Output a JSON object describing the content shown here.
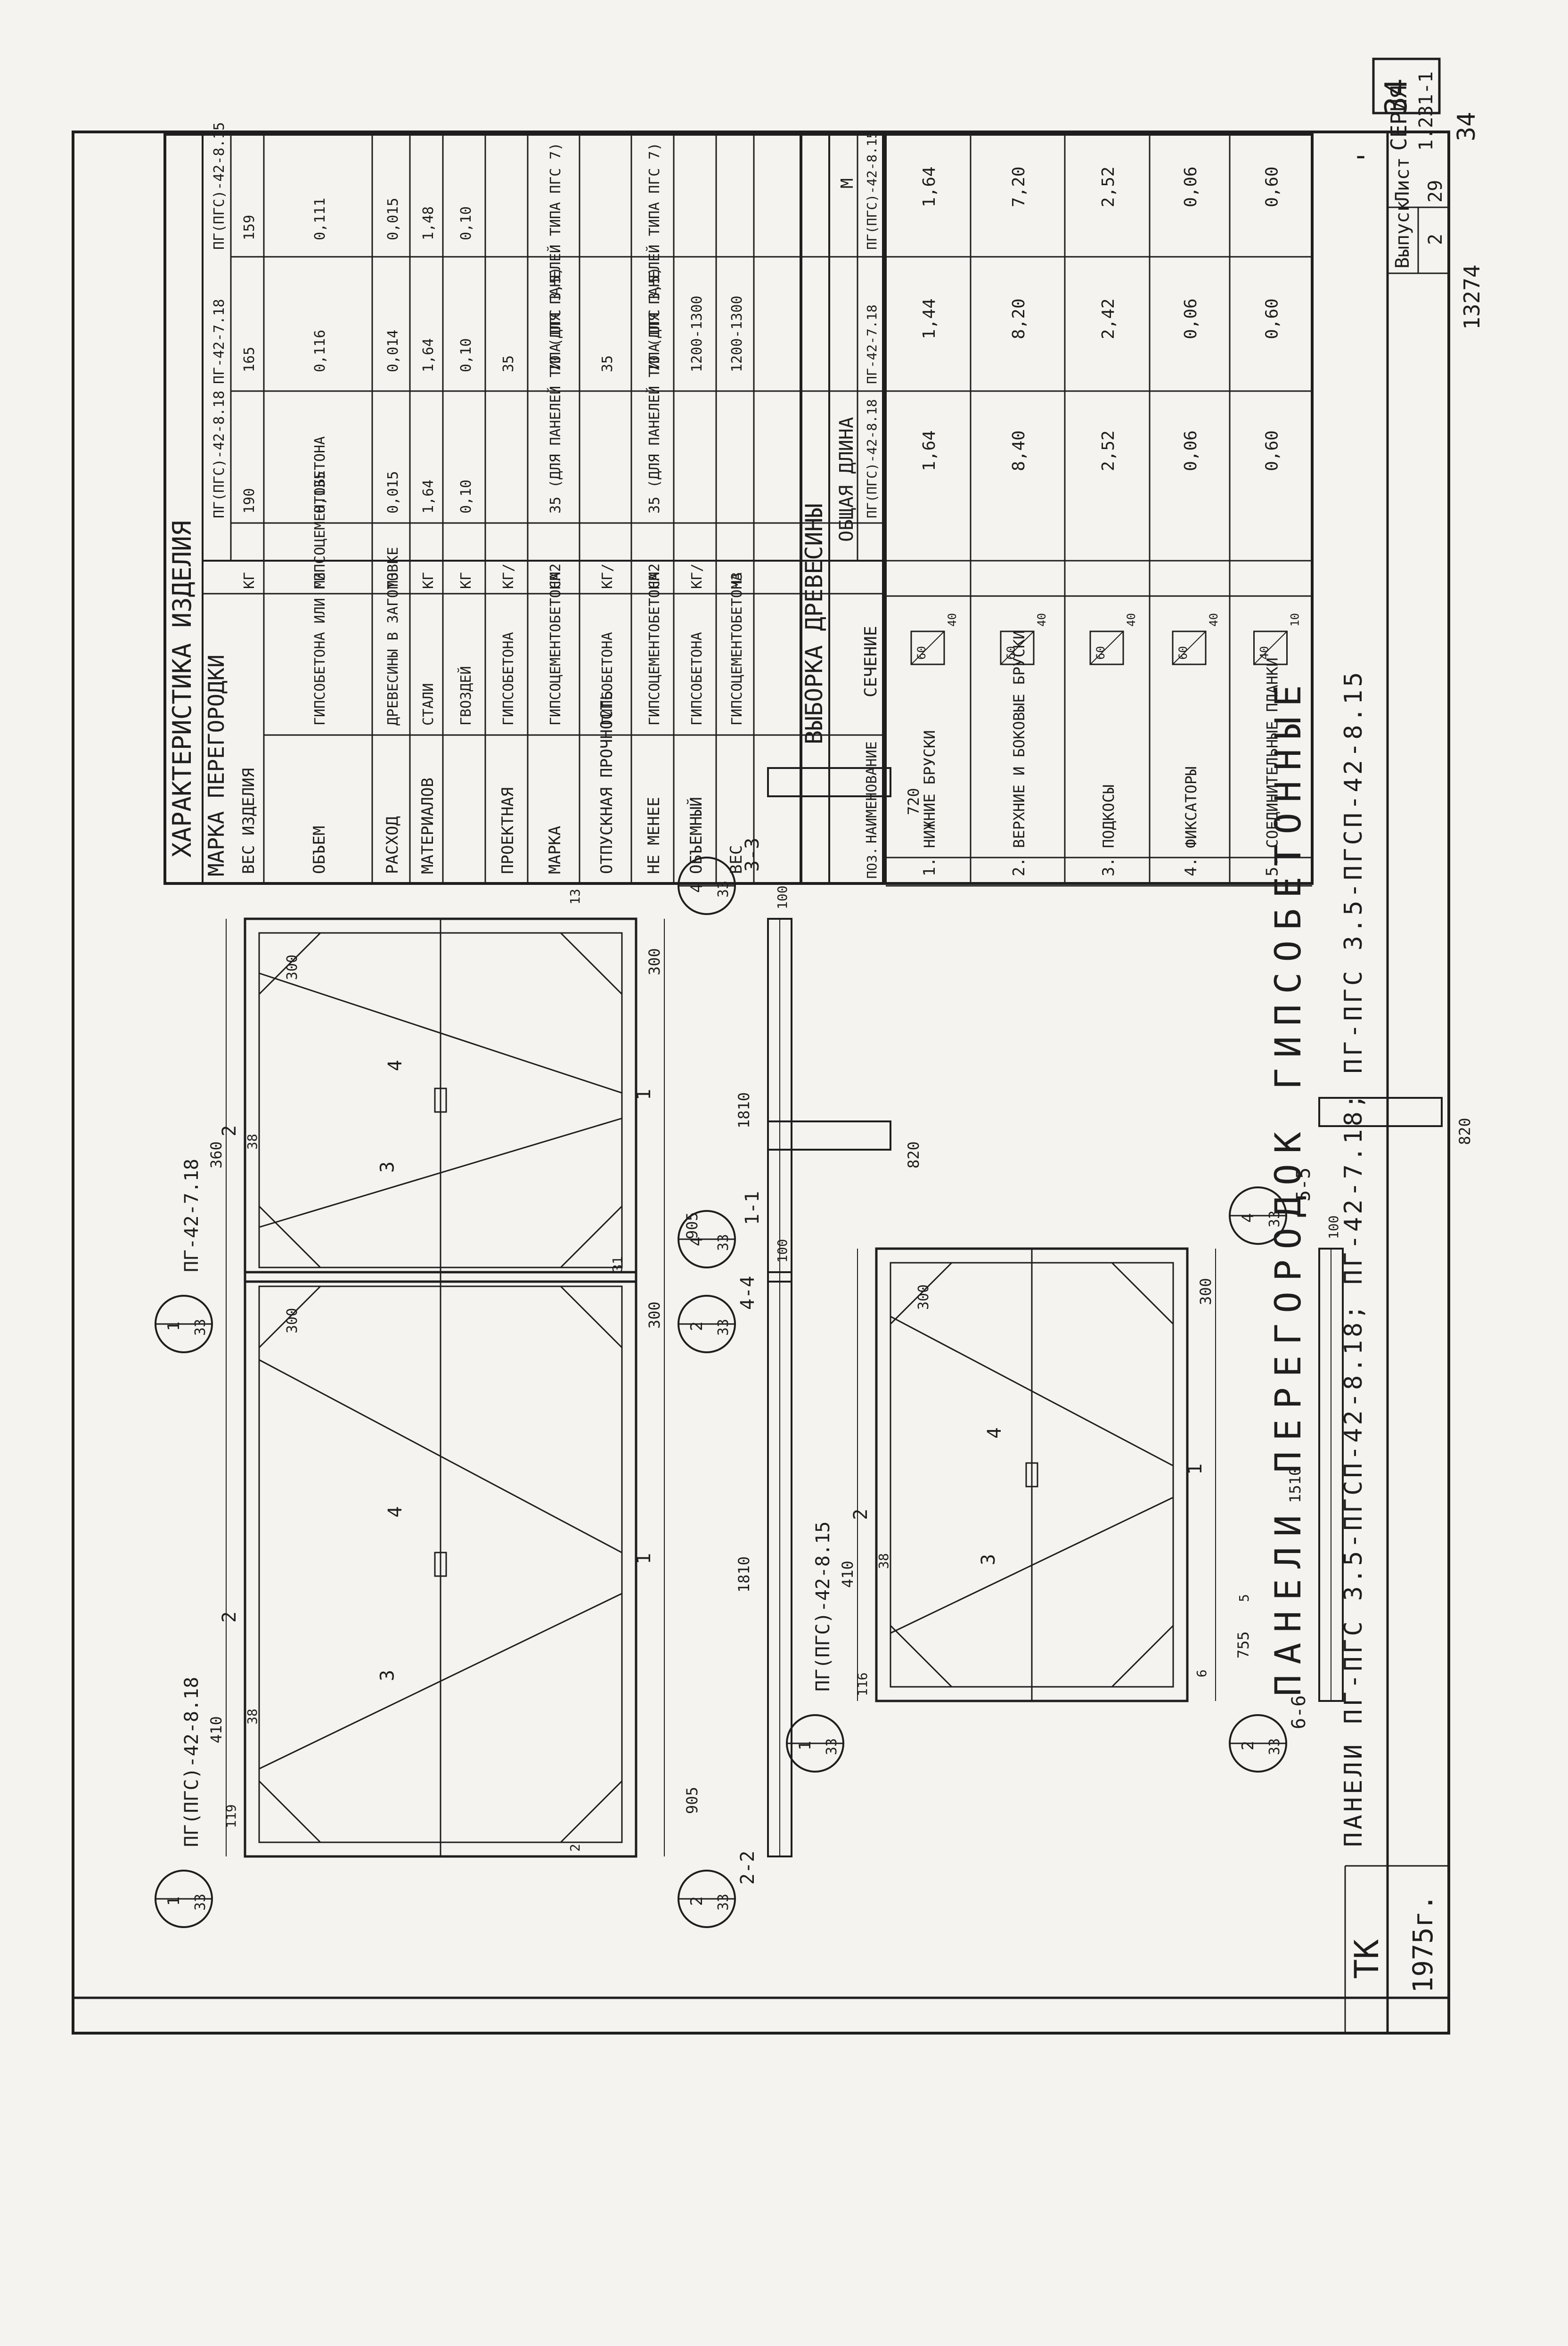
{
  "sheet": {
    "page_number": "34",
    "corner_mark": "-",
    "tk_label": "ТК",
    "year": "1975г.",
    "series_label": "СЕРИЯ",
    "series_value": "1.231-1",
    "issue_label": "Выпуск",
    "issue_value": "2",
    "list_label": "Лист",
    "list_value": "29",
    "archive_number": "13274",
    "sheet_mark": "34",
    "title_main": "ПАНЕЛИ ПЕРЕГОРОДОК ГИПСОБЕТОННЫЕ",
    "title_sub": "ПАНЕЛИ ПГ-ПГС 3.5-ПГСП-42-8.18; ПГ-42-7.18; ПГ-ПГС 3.5-ПГСП-42-8.15"
  },
  "characteristics": {
    "title": "ХАРАКТЕРИСТИКА ИЗДЕЛИЯ",
    "head_mark": "МАРКА ПЕРЕГОРОДКИ",
    "col1": "ПГ(ПГС)-42-8.18",
    "col2": "ПГ-42-7.18",
    "col3": "ПГ(ПГС)-42-8.15",
    "rows": [
      {
        "c1": "ВЕС ИЗДЕЛИЯ",
        "c2": "",
        "unit": "КГ",
        "v1": "190",
        "v2": "165",
        "v3": "159"
      },
      {
        "c1": "ОБЪЕМ",
        "c2": "ГИПСОБЕТОНА ИЛИ ГИПСОЦЕМЕНТОБЕТОНА",
        "unit": "М3",
        "v1": "0,135",
        "v2": "0,116",
        "v3": "0,111"
      },
      {
        "c1": "РАСХОД",
        "c2": "ДРЕВЕСИНЫ В ЗАГОТОВКЕ",
        "unit": "М3",
        "v1": "0,015",
        "v2": "0,014",
        "v3": "0,015"
      },
      {
        "c1": "МАТЕРИАЛОВ",
        "c2": "СТАЛИ",
        "unit": "КГ",
        "v1": "1,64",
        "v2": "1,64",
        "v3": "1,48"
      },
      {
        "c1": "",
        "c2": "ГВОЗДЕЙ",
        "unit": "КГ",
        "v1": "0,10",
        "v2": "0,10",
        "v3": "0,10"
      },
      {
        "c1": "ПРОЕКТНАЯ",
        "c2": "ГИПСОБЕТОНА",
        "unit": "КГ/",
        "v1": "",
        "v2": "35",
        "v3": ""
      },
      {
        "c1": "МАРКА",
        "c2": "ГИПСОЦЕМЕНТОБЕТОНА",
        "unit": "СМ2",
        "v1": "35 (ДЛЯ ПАНЕЛЕЙ ТИПА ПГС 3,5)",
        "v2": "70 (ДЛЯ ПАНЕЛЕЙ ТИПА ПГС 7)",
        "v3": ""
      },
      {
        "c1": "ОТПУСКНАЯ ПРОЧНОСТЬ",
        "c2": "ГИПСОБЕТОНА",
        "unit": "КГ/",
        "v1": "",
        "v2": "35",
        "v3": ""
      },
      {
        "c1": "НЕ МЕНЕЕ",
        "c2": "ГИПСОЦЕМЕНТОБЕТОНА",
        "unit": "СМ2",
        "v1": "35 (ДЛЯ ПАНЕЛЕЙ ТИПА ПГС 3,5)",
        "v2": "70 (ДЛЯ ПАНЕЛЕЙ ТИПА ПГС 7)",
        "v3": ""
      },
      {
        "c1": "ОБЪЕМНЫЙ",
        "c2": "ГИПСОБЕТОНА",
        "unit": "КГ/",
        "v1": "",
        "v2": "1200-1300",
        "v3": ""
      },
      {
        "c1": "ВЕС",
        "c2": "ГИПСОЦЕМЕНТОБЕТОНА",
        "unit": "М3",
        "v1": "",
        "v2": "1200-1300",
        "v3": ""
      }
    ]
  },
  "timber": {
    "title": "ВЫБОРКА ДРЕВЕСИНЫ",
    "head_pos": "ПОЗ.",
    "head_name": "НАИМЕНОВАНИЕ",
    "head_section": "СЕЧЕНИЕ",
    "head_length": "ОБЩАЯ ДЛИНА",
    "head_unit": "М",
    "col1": "ПГ(ПГС)-42-8.18",
    "col2": "ПГ-42-7.18",
    "col3": "ПГ(ПГС)-42-8.15",
    "rows": [
      {
        "pos": "1.",
        "name": "НИЖНИЕ БРУСКИ",
        "s1": "60",
        "s2": "40",
        "v1": "1,64",
        "v2": "1,44",
        "v3": "1,64"
      },
      {
        "pos": "2.",
        "name": "ВЕРХНИЕ И БОКОВЫЕ БРУСКИ",
        "s1": "60",
        "s2": "40",
        "v1": "8,40",
        "v2": "8,20",
        "v3": "7,20"
      },
      {
        "pos": "3.",
        "name": "ПОДКОСЫ",
        "s1": "60",
        "s2": "40",
        "v1": "2,52",
        "v2": "2,42",
        "v3": "2,52"
      },
      {
        "pos": "4.",
        "name": "ФИКСАТОРЫ",
        "s1": "60",
        "s2": "40",
        "v1": "0,06",
        "v2": "0,06",
        "v3": "0,06"
      },
      {
        "pos": "5.",
        "name": "СОЕДИНИТЕЛЬНЫЕ ПЛАНКИ",
        "s1": "40",
        "s2": "10",
        "v1": "0,60",
        "v2": "0,60",
        "v3": "0,60"
      }
    ]
  },
  "panels": [
    {
      "mark": "ПГ(ПГС)-42-8.18",
      "w": "410",
      "t": "38",
      "h1": "905",
      "h2": "300",
      "s1": "2-2",
      "s2": "1-1",
      "len": "1810",
      "t2": "100",
      "wid": "820",
      "c1": "1",
      "c2": "33",
      "c3": "2",
      "c4": "33",
      "c5": "4",
      "c6": "33"
    },
    {
      "mark": "ПГ-42-7.18",
      "w": "360",
      "t": "38",
      "h1": "905",
      "h2": "300",
      "s1": "4-4",
      "s2": "3-3",
      "len": "1810",
      "t2": "100",
      "wid": "720",
      "c1": "1",
      "c2": "33",
      "c3": "2",
      "c4": "33",
      "c5": "4",
      "c6": "33"
    },
    {
      "mark": "ПГ(ПГС)-42-8.15",
      "w": "410",
      "t": "38",
      "h1": "755",
      "h2": "300",
      "s1": "6-6",
      "s2": "5-5",
      "len": "1510",
      "t2": "100",
      "wid": "820",
      "c1": "1",
      "c2": "33",
      "c3": "2",
      "c4": "33",
      "c5": "4",
      "c6": "33"
    }
  ],
  "labels": {
    "pos1": "1",
    "pos2": "2",
    "pos3": "3",
    "pos4": "4",
    "d300": "300",
    "d31": "31",
    "d13": "13",
    "d5": "5",
    "d6": "6",
    "d2": "2",
    "d116": "116",
    "d119": "119"
  }
}
